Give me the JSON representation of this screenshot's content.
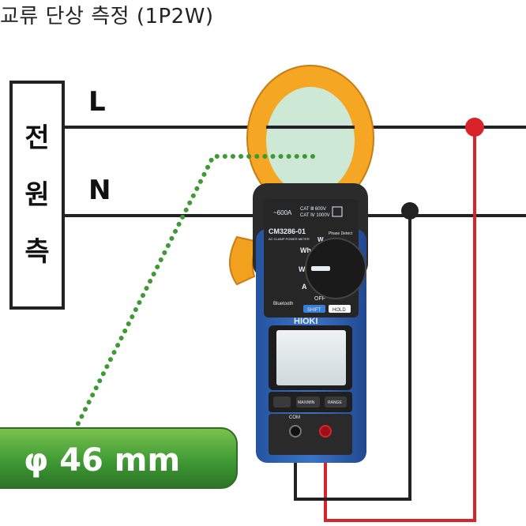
{
  "title": "교류 단상 측정 (1P2W)",
  "source_label": [
    "전",
    "원",
    "측"
  ],
  "line_labels": {
    "live": "L",
    "neutral": "N"
  },
  "diameter_label": "φ 46 mm",
  "meter": {
    "brand": "HIOKI",
    "model": "CM3286-01",
    "subtitle": "AC CLAMP POWER METER",
    "range": "~600A",
    "cat_rating_1": "CAT Ⅲ 600V",
    "cat_rating_2": "CAT Ⅳ 1000V",
    "dial_wh": "Wh",
    "dial_w": "W",
    "dial_w2": "W",
    "dial_a": "A",
    "dial_off": "OFF",
    "dial_phase": "Phase Detect",
    "bluetooth": "Bluetooth",
    "shift": "SHIFT",
    "hold": "HOLD",
    "btn_max_min": "MAX/MIN",
    "btn_range": "RANGE",
    "terminal_com": "COM",
    "colors": {
      "jaw": "#f5a623",
      "body": "#2f5fa8",
      "panel": "#2b2b2b"
    }
  },
  "colors": {
    "live_probe": "#d9232a",
    "neutral_probe": "#222222",
    "badge": "#4a9a3a"
  }
}
